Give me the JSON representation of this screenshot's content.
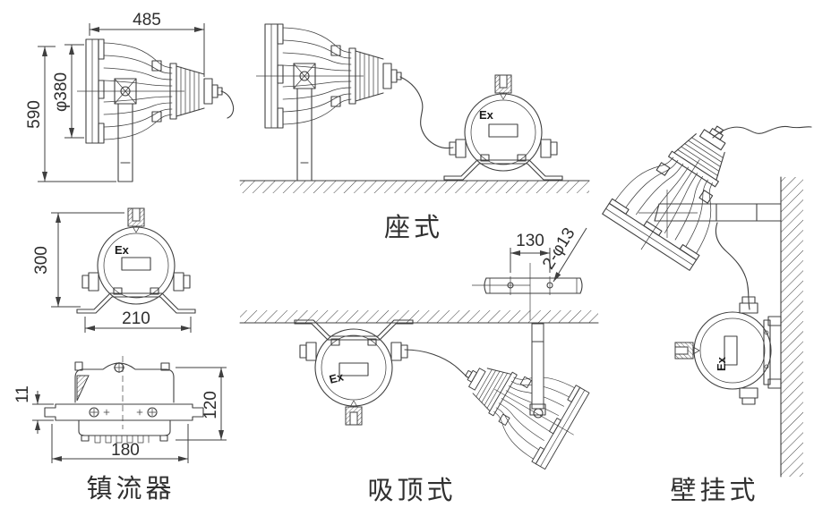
{
  "drawing": {
    "title_implicit": "explosion-proof floodlight mounting configurations",
    "ex_mark": "Ex",
    "views": {
      "side": {
        "dim_width": "485",
        "dim_diameter": "φ380",
        "dim_height": "590"
      },
      "pedestal": {
        "label": "座式"
      },
      "ballast_front": {
        "dim_height": "300",
        "dim_width": "210"
      },
      "mount_bracket": {
        "dim_hole_spacing": "130",
        "dim_holes": "2-φ13"
      },
      "ballast_top": {
        "label": "镇流器",
        "dim_lip": "11",
        "dim_depth": "120",
        "dim_width": "180"
      },
      "ceiling": {
        "label": "吸顶式"
      },
      "wall": {
        "label": "壁挂式"
      }
    },
    "colors": {
      "line": "#3f3f3f",
      "text": "#2e2e2e",
      "background": "#ffffff"
    }
  }
}
